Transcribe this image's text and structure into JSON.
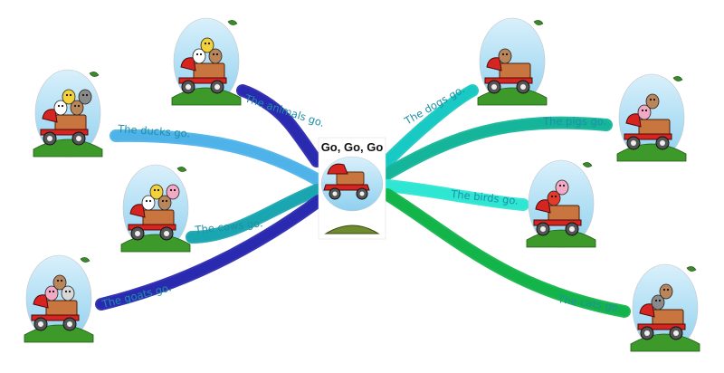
{
  "center": {
    "title": "Go, Go, Go"
  },
  "branches": [
    {
      "id": "animals",
      "label": "The animals go.",
      "color": "#2a2ab0",
      "animals": [
        "cow",
        "duck",
        "dog"
      ]
    },
    {
      "id": "ducks",
      "label": "The ducks go.",
      "color": "#4fb3ea",
      "animals": [
        "cow",
        "duck",
        "dog",
        "cat"
      ]
    },
    {
      "id": "cows",
      "label": "The cows go.",
      "color": "#1aa6b0",
      "animals": [
        "cow",
        "duck",
        "dog",
        "pig"
      ]
    },
    {
      "id": "goats",
      "label": "The goats go.",
      "color": "#2a2ab0",
      "animals": [
        "pig",
        "dog",
        "goat"
      ]
    },
    {
      "id": "dogs",
      "label": "The dogs go.",
      "color": "#19c9c3",
      "animals": [
        "dog"
      ]
    },
    {
      "id": "pigs",
      "label": "The pigs go.",
      "color": "#15b59a",
      "animals": [
        "pig",
        "dog"
      ]
    },
    {
      "id": "birds",
      "label": "The birds go.",
      "color": "#2ee6d2",
      "animals": [
        "bird",
        "pig"
      ]
    },
    {
      "id": "cats",
      "label": "The cats go.",
      "color": "#13b44a",
      "animals": [
        "cat",
        "dog"
      ]
    }
  ]
}
